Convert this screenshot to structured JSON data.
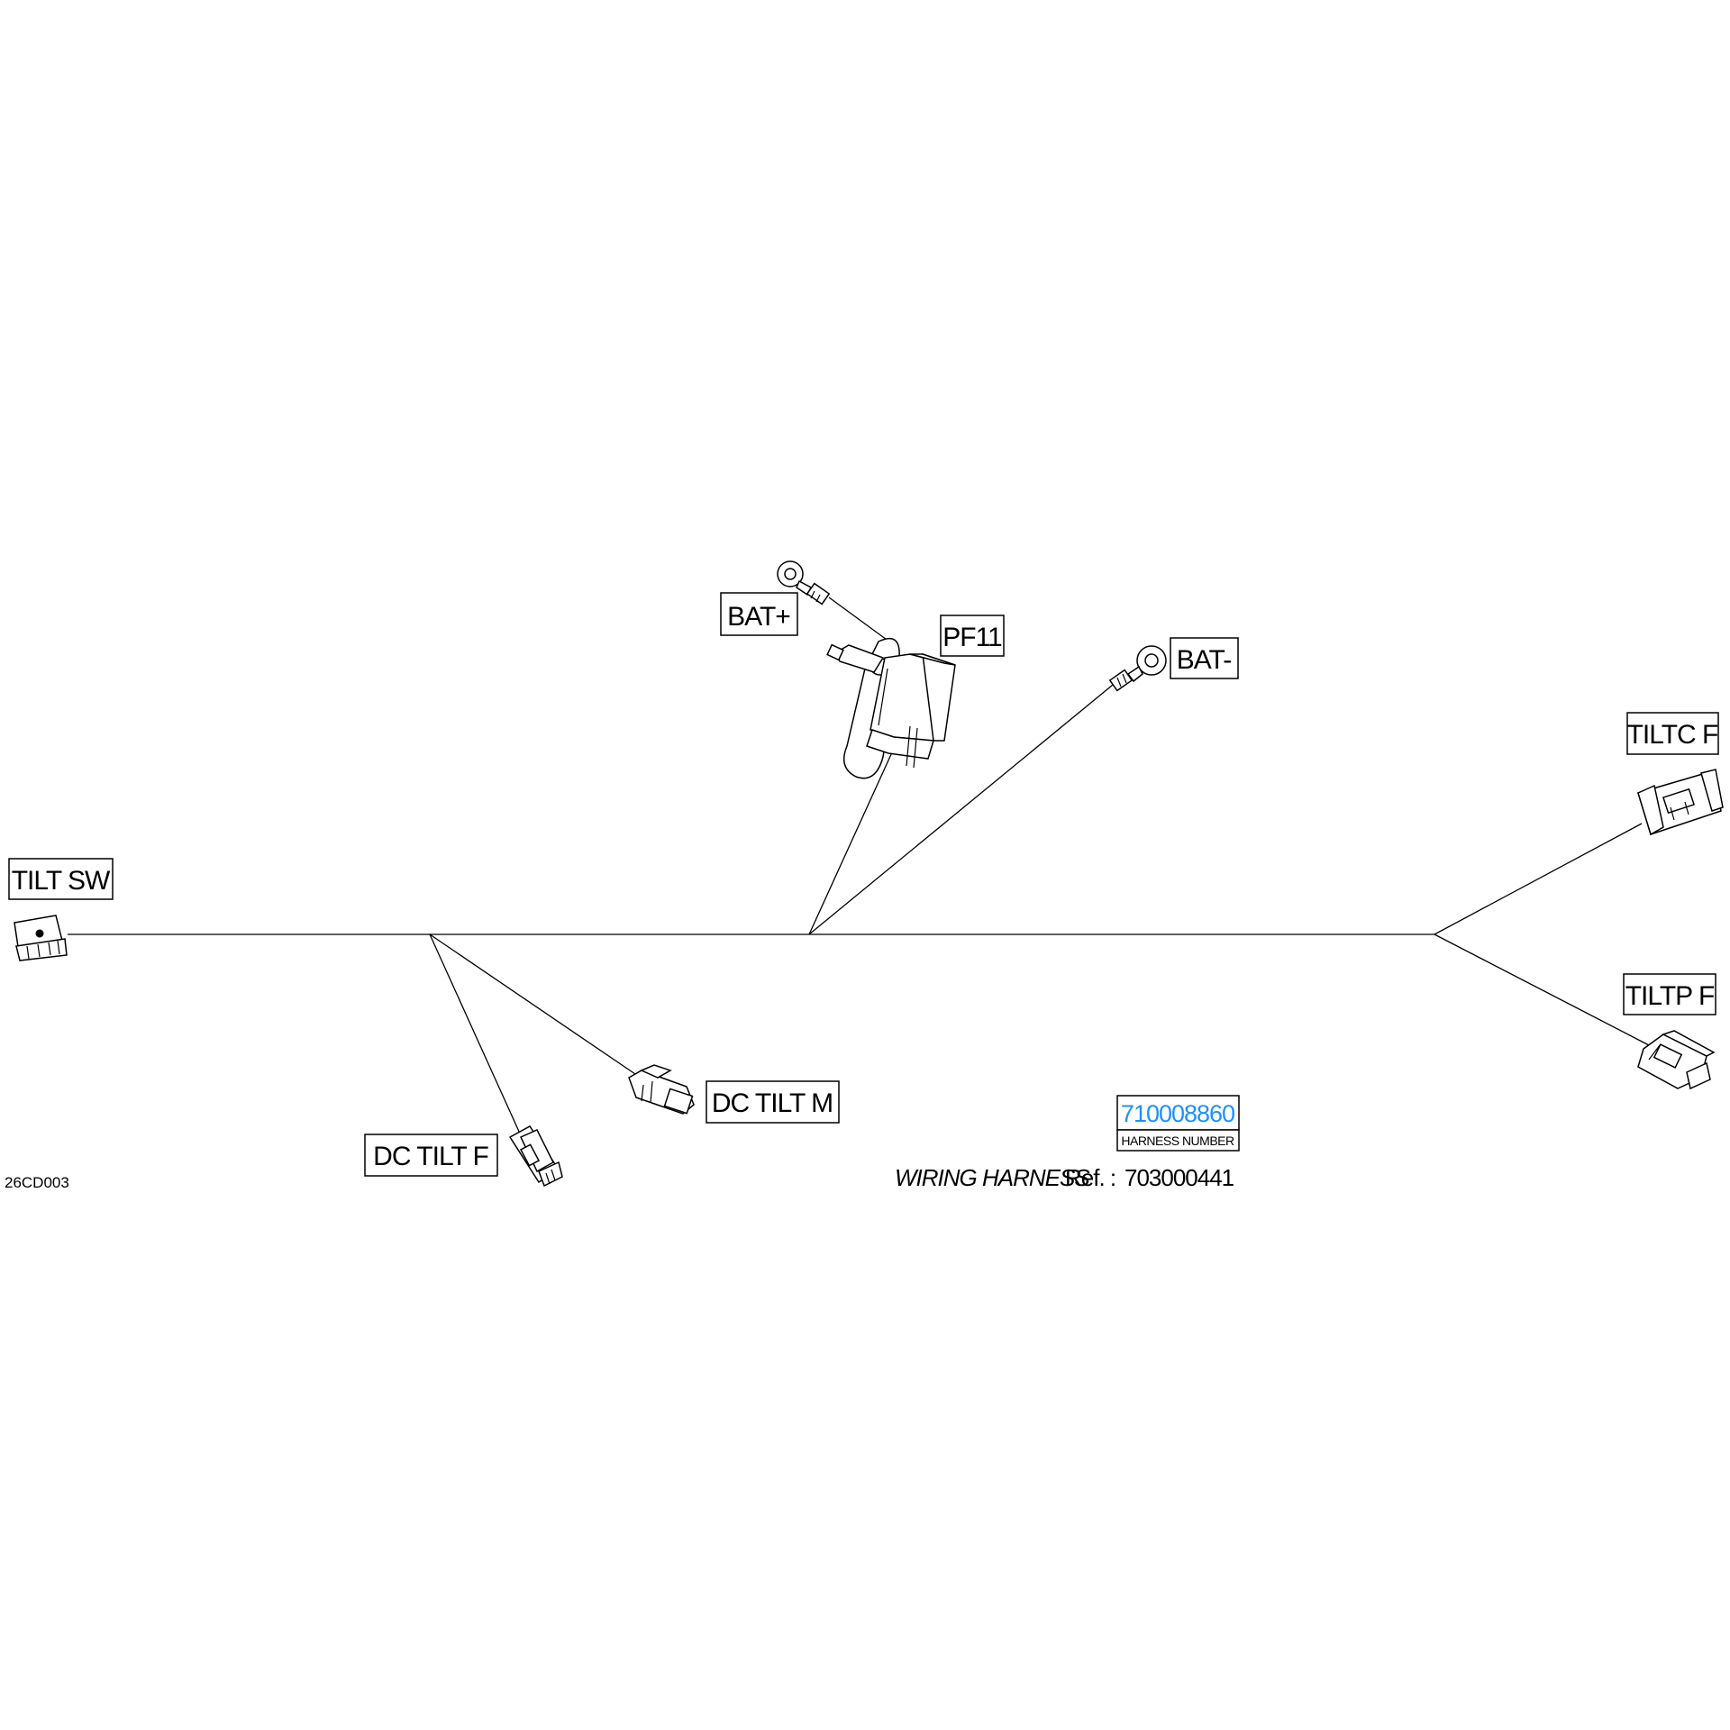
{
  "labels": {
    "bat_plus": "BAT+",
    "pf11": "PF11",
    "bat_minus": "BAT-",
    "tiltc_f": "TILTC  F",
    "tilt_sw": "TILT  SW",
    "tiltp_f": "TILTP  F",
    "dc_tilt_m": "DC  TILT  M",
    "dc_tilt_f": "DC  TILT  F"
  },
  "harness": {
    "number": "710008860",
    "number_caption": "HARNESS NUMBER",
    "title": "WIRING HARNESS",
    "ref_label": "Ref. :",
    "ref_value": "703000441"
  },
  "drawing_code": "26CD003",
  "colors": {
    "line": "#000000",
    "harness_number": "#1e90ff",
    "background": "#ffffff"
  }
}
